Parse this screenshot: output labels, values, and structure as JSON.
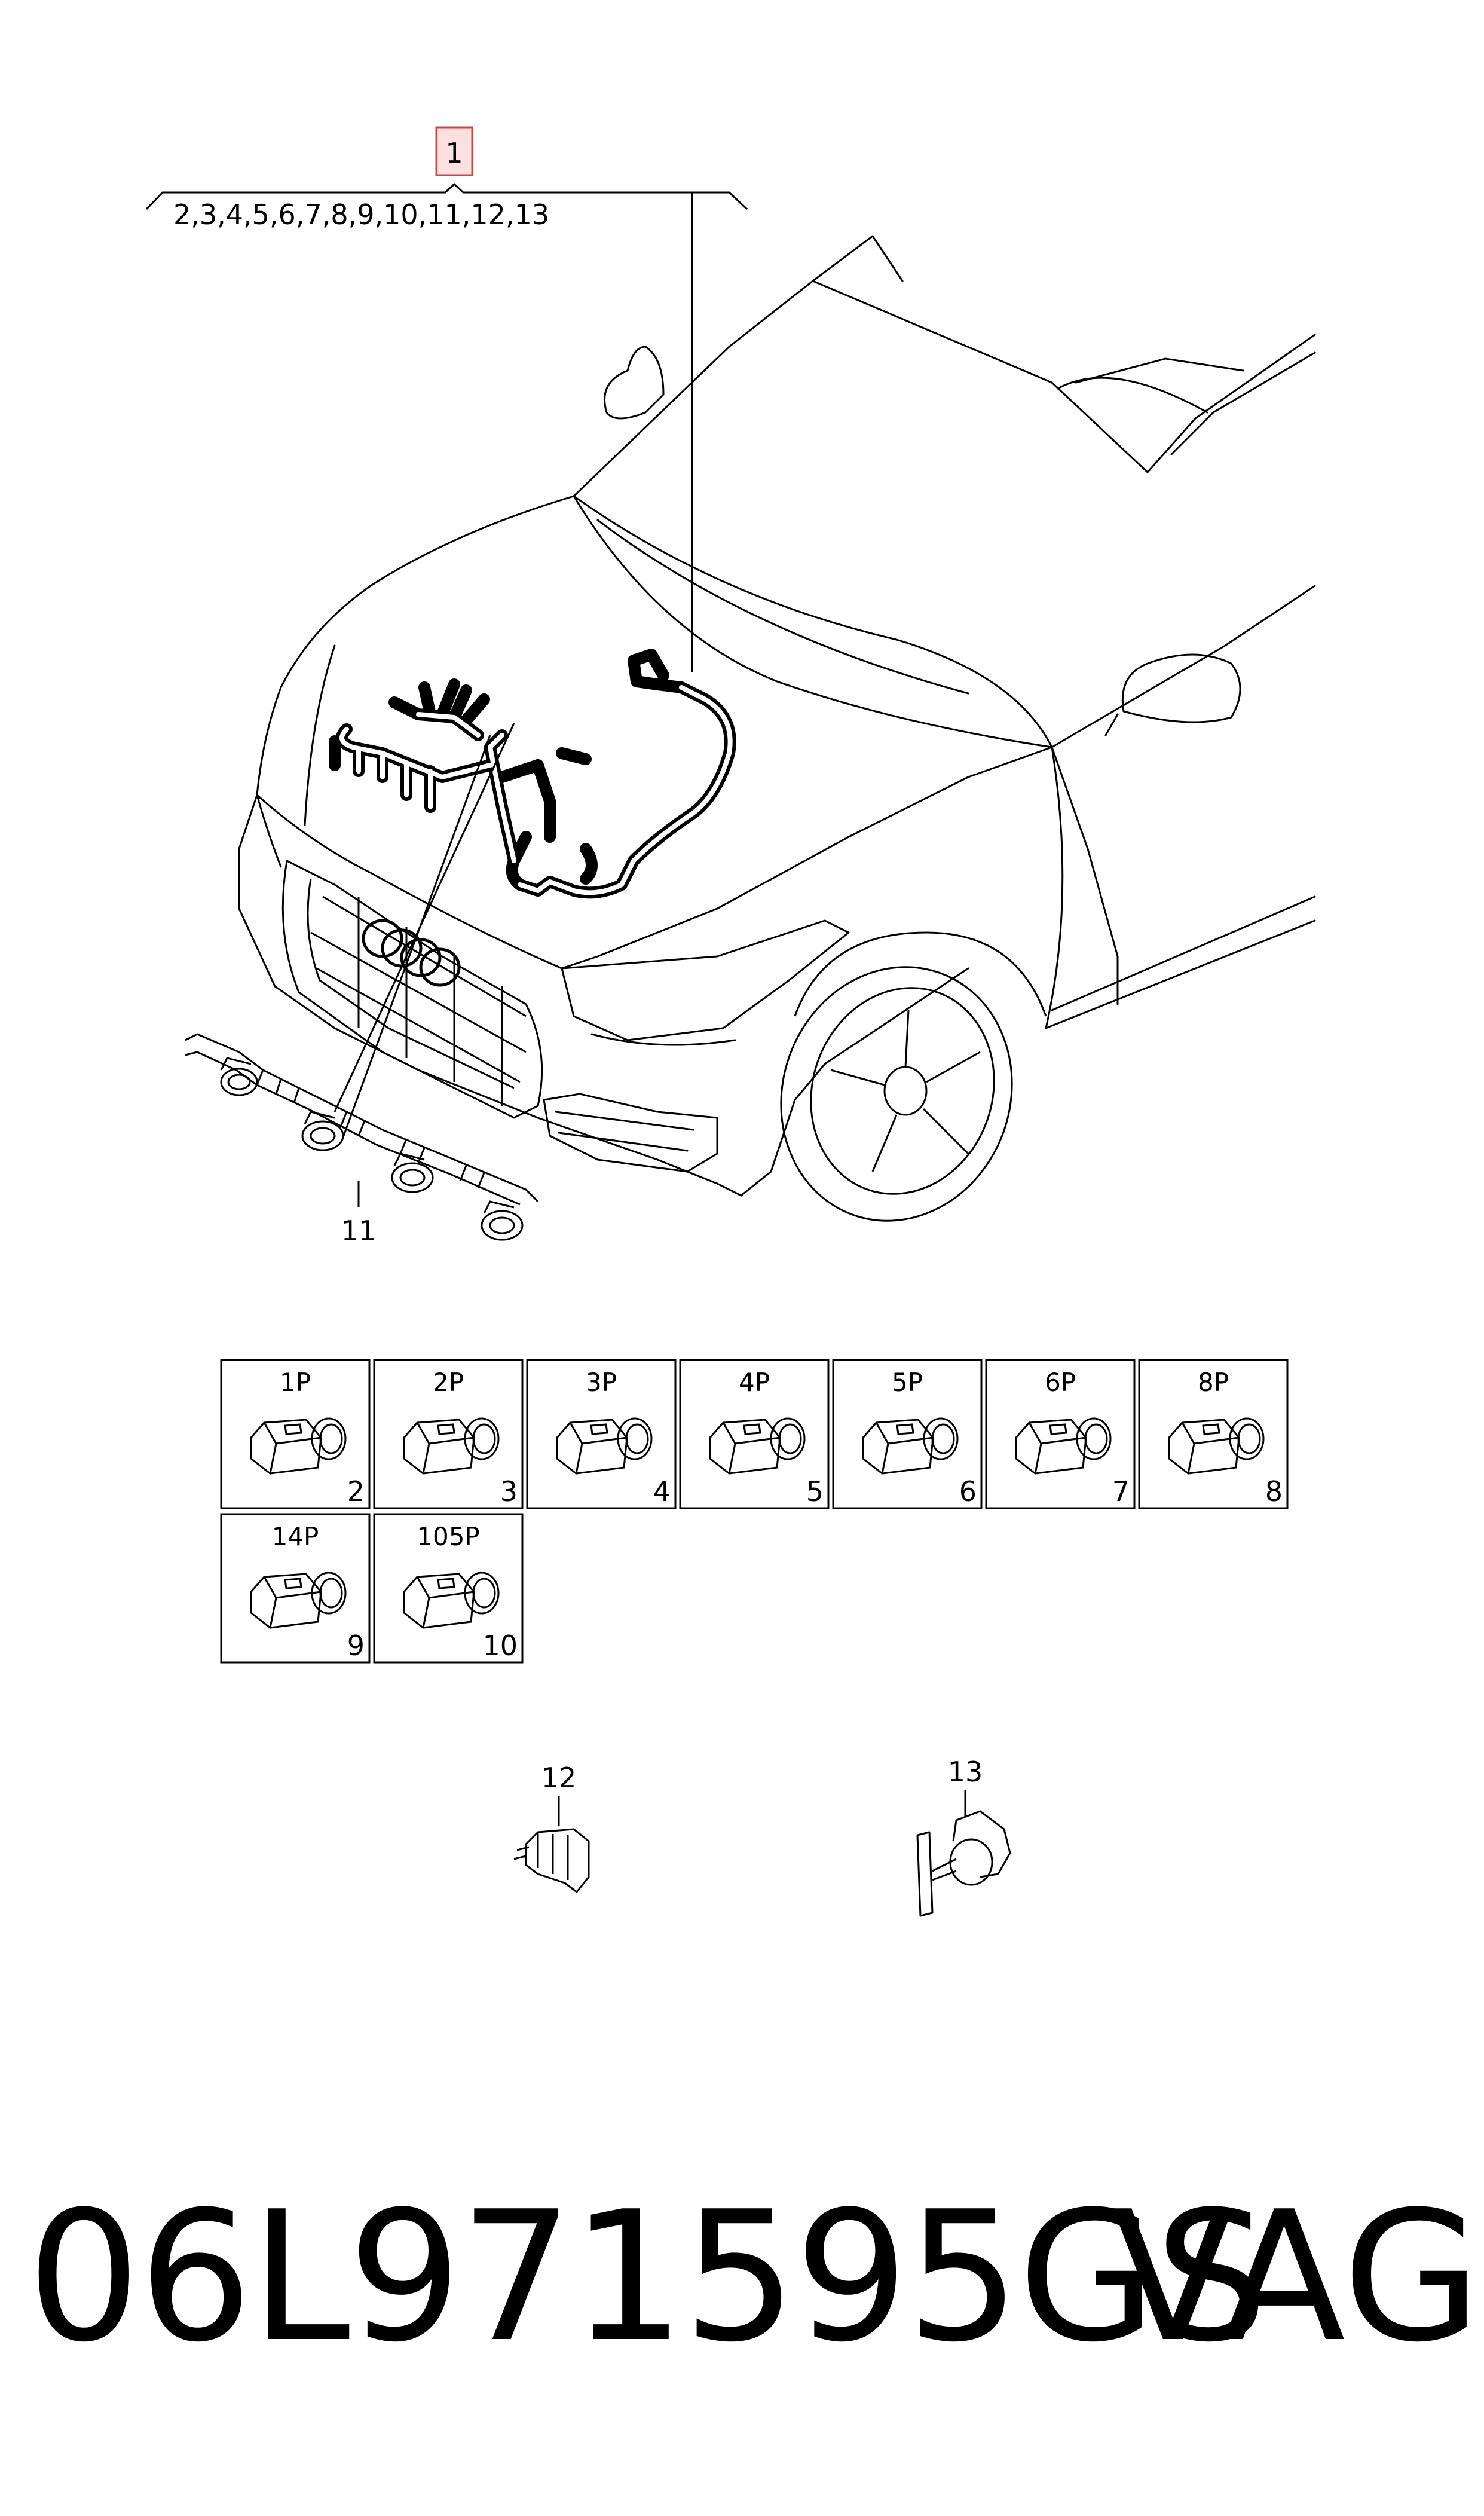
{
  "callout_main": "1",
  "callout_list": "2,3,4,5,6,7,8,9,10,11,12,13",
  "callout_11": "11",
  "callout_12": "12",
  "callout_13": "13",
  "connectors": [
    {
      "pins": "1P",
      "num": "2"
    },
    {
      "pins": "2P",
      "num": "3"
    },
    {
      "pins": "3P",
      "num": "4"
    },
    {
      "pins": "4P",
      "num": "5"
    },
    {
      "pins": "5P",
      "num": "6"
    },
    {
      "pins": "6P",
      "num": "7"
    },
    {
      "pins": "8P",
      "num": "8"
    },
    {
      "pins": "14P",
      "num": "9"
    },
    {
      "pins": "105P",
      "num": "10"
    }
  ],
  "part_number": "06L971595GS",
  "brand": "VAG",
  "colors": {
    "callout_box_fill": "#fde0e0",
    "callout_box_stroke": "#d94040",
    "line": "#000000"
  }
}
